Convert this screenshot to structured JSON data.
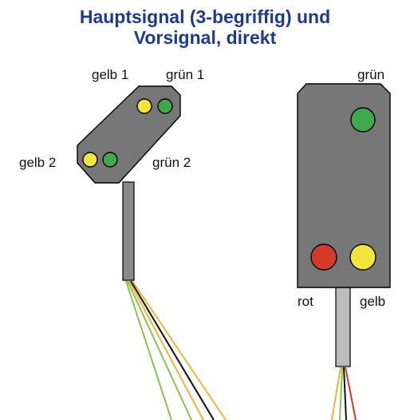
{
  "title": {
    "line1": "Hauptsignal (3-begriffig) und",
    "line2": "Vorsignal, direkt"
  },
  "vorsignal": {
    "labels": {
      "gelb1": "gelb 1",
      "gruen1": "grün 1",
      "gelb2": "gelb 2",
      "gruen2": "grün 2"
    }
  },
  "hauptsignal": {
    "labels": {
      "gruen": "grün",
      "rot": "rot",
      "gelb": "gelb"
    }
  },
  "colors": {
    "title": "#1f3a8a",
    "signal_body": "#777777",
    "mast": "#8a8a8a",
    "mast_main": "#bbbbbb",
    "lamp_yellow": "#f2e43c",
    "lamp_green": "#3ea84a",
    "lamp_red": "#d23a2a",
    "wire_orange": "#f0b43c",
    "wire_green": "#8bc34a",
    "wire_black": "#111111",
    "wire_red": "#d23a2a"
  }
}
